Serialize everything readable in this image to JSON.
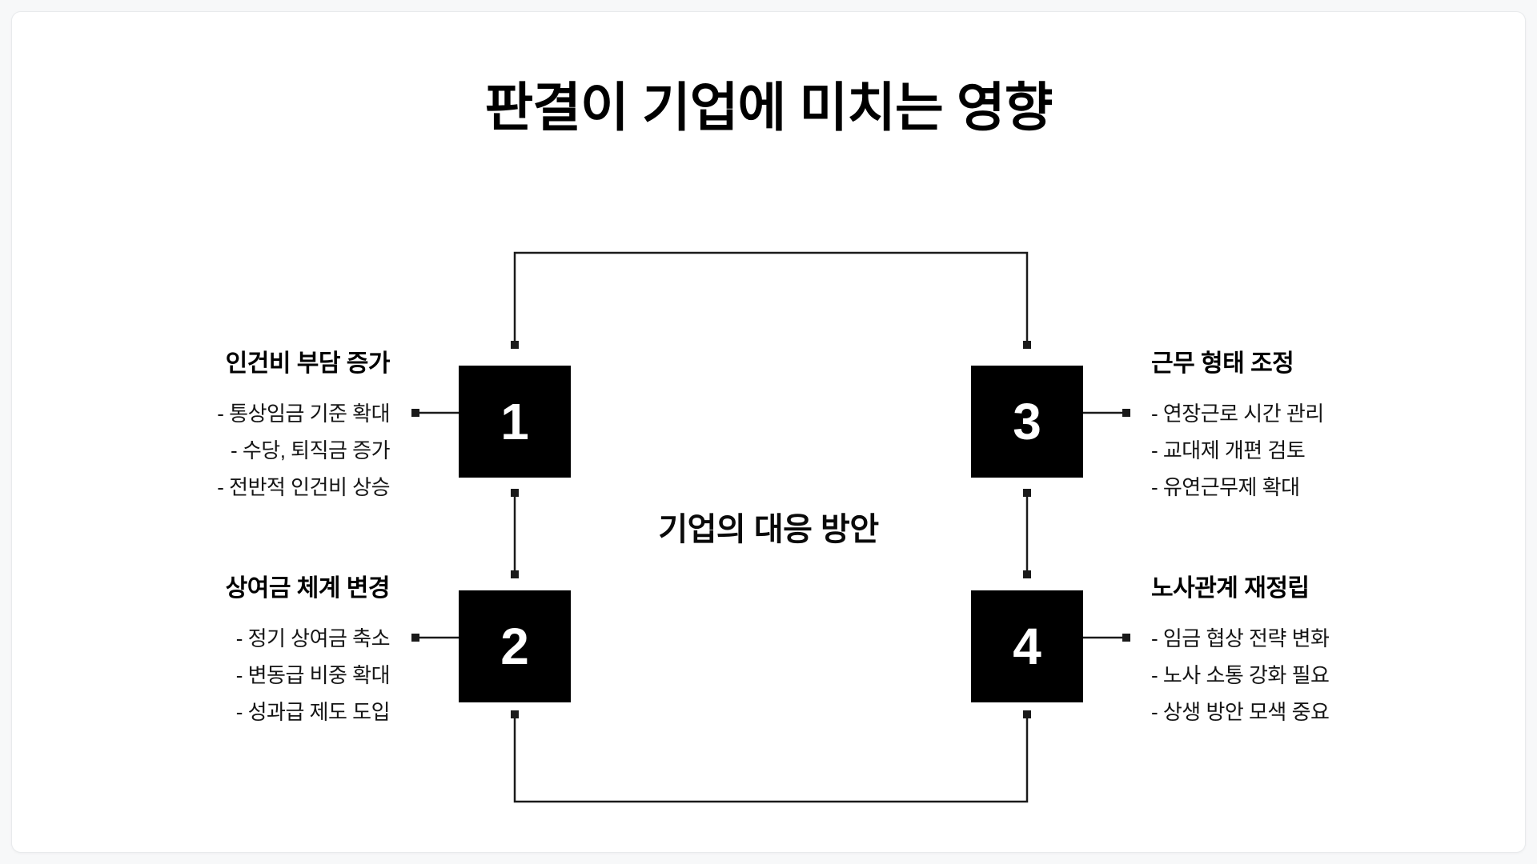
{
  "title": "판결이 기업에 미치는 영향",
  "center_label": "기업의 대응 방안",
  "blocks": [
    {
      "number": "1",
      "side": "left",
      "heading": "인건비 부담 증가",
      "items": [
        "- 통상임금 기준 확대",
        "- 수당, 퇴직금 증가",
        "- 전반적 인건비 상승"
      ]
    },
    {
      "number": "2",
      "side": "left",
      "heading": "상여금 체계 변경",
      "items": [
        "- 정기 상여금 축소",
        "- 변동급 비중 확대",
        "- 성과급 제도 도입"
      ]
    },
    {
      "number": "3",
      "side": "right",
      "heading": "근무 형태 조정",
      "items": [
        "- 연장근로 시간 관리",
        "- 교대제 개편 검토",
        "- 유연근무제 확대"
      ]
    },
    {
      "number": "4",
      "side": "right",
      "heading": "노사관계 재정립",
      "items": [
        "- 임금 협상 전략 변화",
        "- 노사 소통 강화 필요",
        "- 상생 방안 모색 중요"
      ]
    }
  ],
  "colors": {
    "page_background": "#f7f8f9",
    "card_background": "#ffffff",
    "card_border": "#e8eaec",
    "box_fill": "#000000",
    "box_number": "#ffffff",
    "heading_text": "#000000",
    "body_text": "#151515",
    "connector_line": "#1a1a1a"
  }
}
